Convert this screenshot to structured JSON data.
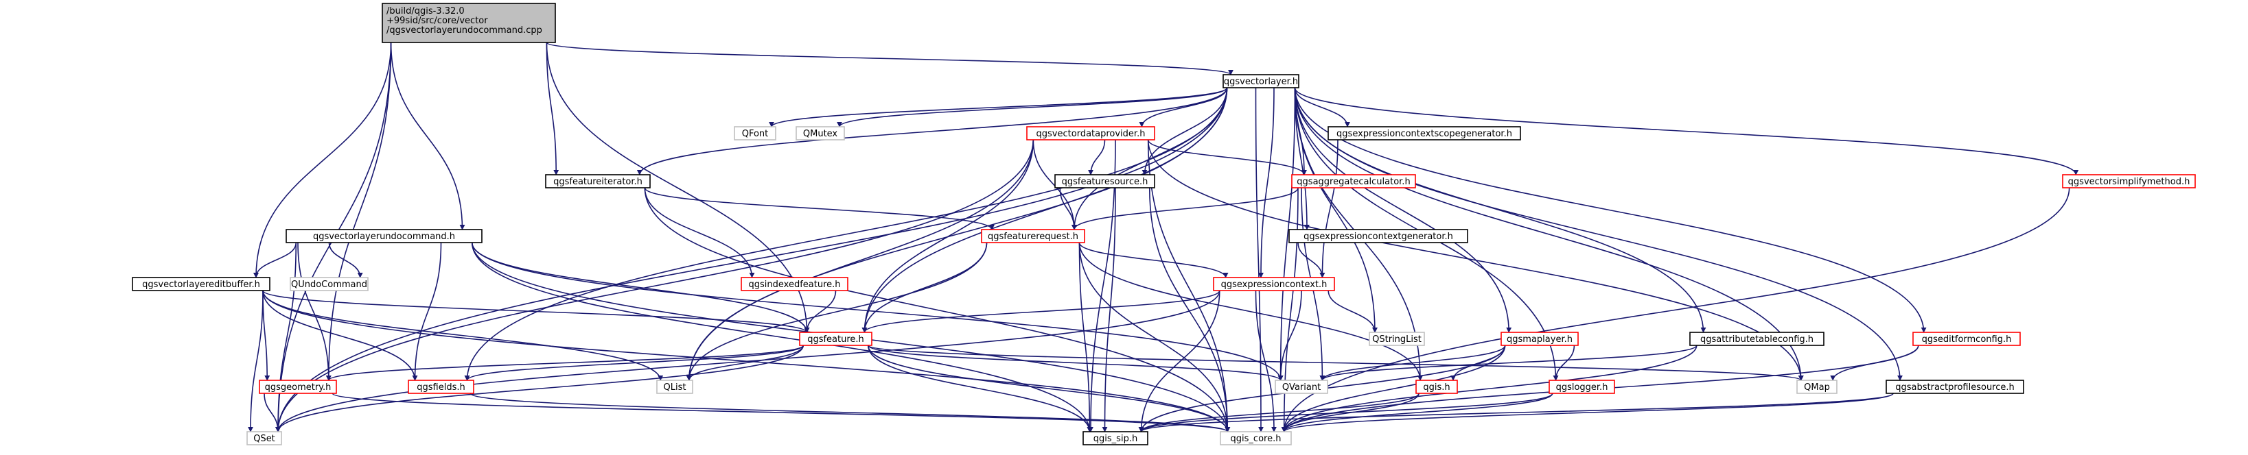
{
  "colors": {
    "edge": "#191970",
    "node_border_normal": "#000000",
    "node_border_linked": "#ff0000",
    "node_border_external": "#bfbfbf",
    "root_fill": "#bfbfbf",
    "node_fill": "#ffffff",
    "text": "#000000"
  },
  "nodes": [
    {
      "id": "root",
      "lines": [
        "/build/qgis-3.32.0",
        "+99sid/src/core/vector",
        "/qgsvectorlayerundocommand.cpp"
      ],
      "kind": "root"
    },
    {
      "id": "qgsvectorlayer",
      "lines": [
        "qgsvectorlayer.h"
      ],
      "kind": "normal"
    },
    {
      "id": "qfont",
      "lines": [
        "QFont"
      ],
      "kind": "external"
    },
    {
      "id": "qmutex",
      "lines": [
        "QMutex"
      ],
      "kind": "external"
    },
    {
      "id": "qgsvectordataprovider",
      "lines": [
        "qgsvectordataprovider.h"
      ],
      "kind": "linked"
    },
    {
      "id": "qgsexprctxscopegen",
      "lines": [
        "qgsexpressioncontextscopegenerator.h"
      ],
      "kind": "normal"
    },
    {
      "id": "qgsvectorsimplifymethod",
      "lines": [
        "qgsvectorsimplifymethod.h"
      ],
      "kind": "linked"
    },
    {
      "id": "qgsfeatureiterator",
      "lines": [
        "qgsfeatureiterator.h"
      ],
      "kind": "normal"
    },
    {
      "id": "qgsfeaturesource",
      "lines": [
        "qgsfeaturesource.h"
      ],
      "kind": "normal"
    },
    {
      "id": "qgsaggregatecalculator",
      "lines": [
        "qgsaggregatecalculator.h"
      ],
      "kind": "linked"
    },
    {
      "id": "qgsvectorlayerundocommand",
      "lines": [
        "qgsvectorlayerundocommand.h"
      ],
      "kind": "normal"
    },
    {
      "id": "qgsfeaturerequest",
      "lines": [
        "qgsfeaturerequest.h"
      ],
      "kind": "linked"
    },
    {
      "id": "qgsexprctxgen",
      "lines": [
        "qgsexpressioncontextgenerator.h"
      ],
      "kind": "normal"
    },
    {
      "id": "qgsvectorlayereditbuffer",
      "lines": [
        "qgsvectorlayereditbuffer.h"
      ],
      "kind": "normal"
    },
    {
      "id": "qundocommand",
      "lines": [
        "QUndoCommand"
      ],
      "kind": "external"
    },
    {
      "id": "qgsindexedfeature",
      "lines": [
        "qgsindexedfeature.h"
      ],
      "kind": "linked"
    },
    {
      "id": "qgsexpressioncontext",
      "lines": [
        "qgsexpressioncontext.h"
      ],
      "kind": "linked"
    },
    {
      "id": "qgsfeature",
      "lines": [
        "qgsfeature.h"
      ],
      "kind": "linked"
    },
    {
      "id": "qstringlist",
      "lines": [
        "QStringList"
      ],
      "kind": "external"
    },
    {
      "id": "qgsmaplayer",
      "lines": [
        "qgsmaplayer.h"
      ],
      "kind": "linked"
    },
    {
      "id": "qgsattributetableconfig",
      "lines": [
        "qgsattributetableconfig.h"
      ],
      "kind": "normal"
    },
    {
      "id": "qgseditformconfig",
      "lines": [
        "qgseditformconfig.h"
      ],
      "kind": "linked"
    },
    {
      "id": "qgsgeometry",
      "lines": [
        "qgsgeometry.h"
      ],
      "kind": "linked"
    },
    {
      "id": "qgsfields",
      "lines": [
        "qgsfields.h"
      ],
      "kind": "linked"
    },
    {
      "id": "qlist",
      "lines": [
        "QList"
      ],
      "kind": "external"
    },
    {
      "id": "qvariant",
      "lines": [
        "QVariant"
      ],
      "kind": "external"
    },
    {
      "id": "qgis",
      "lines": [
        "qgis.h"
      ],
      "kind": "linked"
    },
    {
      "id": "qgslogger",
      "lines": [
        "qgslogger.h"
      ],
      "kind": "linked"
    },
    {
      "id": "qmap",
      "lines": [
        "QMap"
      ],
      "kind": "external"
    },
    {
      "id": "qgsabstractprofilesource",
      "lines": [
        "qgsabstractprofilesource.h"
      ],
      "kind": "normal"
    },
    {
      "id": "qset",
      "lines": [
        "QSet"
      ],
      "kind": "external"
    },
    {
      "id": "qgis_sip",
      "lines": [
        "qgis_sip.h"
      ],
      "kind": "normal"
    },
    {
      "id": "qgis_core",
      "lines": [
        "qgis_core.h"
      ],
      "kind": "external"
    }
  ],
  "edges": [
    [
      "root",
      "qgsvectorlayer"
    ],
    [
      "root",
      "qgsfeatureiterator"
    ],
    [
      "root",
      "qgsvectorlayerundocommand"
    ],
    [
      "root",
      "qgsvectorlayereditbuffer"
    ],
    [
      "root",
      "qgsfeature"
    ],
    [
      "root",
      "qgsgeometry"
    ],
    [
      "root",
      "qset"
    ],
    [
      "qgsvectorlayer",
      "qfont"
    ],
    [
      "qgsvectorlayer",
      "qmutex"
    ],
    [
      "qgsvectorlayer",
      "qgsvectordataprovider"
    ],
    [
      "qgsvectorlayer",
      "qgsexprctxscopegen"
    ],
    [
      "qgsvectorlayer",
      "qgsvectorsimplifymethod"
    ],
    [
      "qgsvectorlayer",
      "qgsfeatureiterator"
    ],
    [
      "qgsvectorlayer",
      "qgsfeaturesource"
    ],
    [
      "qgsvectorlayer",
      "qgsaggregatecalculator"
    ],
    [
      "qgsvectorlayer",
      "qgsfeaturerequest"
    ],
    [
      "qgsvectorlayer",
      "qgsexprctxgen"
    ],
    [
      "qgsvectorlayer",
      "qgsexpressioncontext"
    ],
    [
      "qgsvectorlayer",
      "qgsfeature"
    ],
    [
      "qgsvectorlayer",
      "qstringlist"
    ],
    [
      "qgsvectorlayer",
      "qgsmaplayer"
    ],
    [
      "qgsvectorlayer",
      "qgsattributetableconfig"
    ],
    [
      "qgsvectorlayer",
      "qgseditformconfig"
    ],
    [
      "qgsvectorlayer",
      "qgsfields"
    ],
    [
      "qgsvectorlayer",
      "qlist"
    ],
    [
      "qgsvectorlayer",
      "qvariant"
    ],
    [
      "qgsvectorlayer",
      "qgis"
    ],
    [
      "qgsvectorlayer",
      "qgslogger"
    ],
    [
      "qgsvectorlayer",
      "qmap"
    ],
    [
      "qgsvectorlayer",
      "qgsabstractprofilesource"
    ],
    [
      "qgsvectorlayer",
      "qset"
    ],
    [
      "qgsvectorlayer",
      "qgis_core"
    ],
    [
      "qgsvectordataprovider",
      "qgsfeaturesource"
    ],
    [
      "qgsvectordataprovider",
      "qgsaggregatecalculator"
    ],
    [
      "qgsvectordataprovider",
      "qgsfeaturerequest"
    ],
    [
      "qgsvectordataprovider",
      "qgsfeature"
    ],
    [
      "qgsvectordataprovider",
      "qlist"
    ],
    [
      "qgsvectordataprovider",
      "qset"
    ],
    [
      "qgsvectordataprovider",
      "qmap"
    ],
    [
      "qgsvectordataprovider",
      "qgis_sip"
    ],
    [
      "qgsvectordataprovider",
      "qgis_core"
    ],
    [
      "qgsexprctxscopegen",
      "qgsexpressioncontext"
    ],
    [
      "qgsvectorsimplifymethod",
      "qgis_core"
    ],
    [
      "qgsfeatureiterator",
      "qgsfeaturerequest"
    ],
    [
      "qgsfeatureiterator",
      "qgsindexedfeature"
    ],
    [
      "qgsfeatureiterator",
      "qgis_core"
    ],
    [
      "qgsfeaturesource",
      "qgsfeaturerequest"
    ],
    [
      "qgsfeaturesource",
      "qgis_sip"
    ],
    [
      "qgsfeaturesource",
      "qgis_core"
    ],
    [
      "qgsaggregatecalculator",
      "qgsfeaturerequest"
    ],
    [
      "qgsaggregatecalculator",
      "qvariant"
    ],
    [
      "qgsaggregatecalculator",
      "qgis_core"
    ],
    [
      "qgsvectorlayerundocommand",
      "qgsvectorlayereditbuffer"
    ],
    [
      "qgsvectorlayerundocommand",
      "qundocommand"
    ],
    [
      "qgsvectorlayerundocommand",
      "qgsfeature"
    ],
    [
      "qgsvectorlayerundocommand",
      "qgsfields"
    ],
    [
      "qgsvectorlayerundocommand",
      "qgsgeometry"
    ],
    [
      "qgsvectorlayerundocommand",
      "qvariant"
    ],
    [
      "qgsvectorlayerundocommand",
      "qset"
    ],
    [
      "qgsvectorlayerundocommand",
      "qgis_sip"
    ],
    [
      "qgsvectorlayerundocommand",
      "qgis_core"
    ],
    [
      "qgsfeaturerequest",
      "qgsfeature"
    ],
    [
      "qgsfeaturerequest",
      "qgsexpressioncontext"
    ],
    [
      "qgsfeaturerequest",
      "qgis"
    ],
    [
      "qgsfeaturerequest",
      "qlist"
    ],
    [
      "qgsfeaturerequest",
      "qgis_sip"
    ],
    [
      "qgsfeaturerequest",
      "qgis_core"
    ],
    [
      "qgsexprctxgen",
      "qgsexpressioncontext"
    ],
    [
      "qgsvectorlayereditbuffer",
      "qgsfeature"
    ],
    [
      "qgsvectorlayereditbuffer",
      "qgsgeometry"
    ],
    [
      "qgsvectorlayereditbuffer",
      "qgsfields"
    ],
    [
      "qgsvectorlayereditbuffer",
      "qlist"
    ],
    [
      "qgsvectorlayereditbuffer",
      "qset"
    ],
    [
      "qgsvectorlayereditbuffer",
      "qgis_core"
    ],
    [
      "qgsindexedfeature",
      "qgsfeature"
    ],
    [
      "qgsexpressioncontext",
      "qgsfeature"
    ],
    [
      "qgsexpressioncontext",
      "qstringlist"
    ],
    [
      "qgsexpressioncontext",
      "qvariant"
    ],
    [
      "qgsexpressioncontext",
      "qset"
    ],
    [
      "qgsexpressioncontext",
      "qgis_sip"
    ],
    [
      "qgsexpressioncontext",
      "qgis_core"
    ],
    [
      "qgsfeature",
      "qgsgeometry"
    ],
    [
      "qgsfeature",
      "qgsfields"
    ],
    [
      "qgsfeature",
      "qlist"
    ],
    [
      "qgsfeature",
      "qvariant"
    ],
    [
      "qgsfeature",
      "qmap"
    ],
    [
      "qgsfeature",
      "qset"
    ],
    [
      "qgsfeature",
      "qgis_sip"
    ],
    [
      "qgsfeature",
      "qgis_core"
    ],
    [
      "qgsmaplayer",
      "qgis"
    ],
    [
      "qgsmaplayer",
      "qgslogger"
    ],
    [
      "qgsmaplayer",
      "qvariant"
    ],
    [
      "qgsmaplayer",
      "qgis_sip"
    ],
    [
      "qgsmaplayer",
      "qgis_core"
    ],
    [
      "qgsattributetableconfig",
      "qvariant"
    ],
    [
      "qgsattributetableconfig",
      "qgis_core"
    ],
    [
      "qgseditformconfig",
      "qmap"
    ],
    [
      "qgseditformconfig",
      "qgis_core"
    ],
    [
      "qgsgeometry",
      "qset"
    ],
    [
      "qgsgeometry",
      "qgis_core"
    ],
    [
      "qgsfields",
      "qgis_core"
    ],
    [
      "qgis",
      "qgis_sip"
    ],
    [
      "qgis",
      "qgis_core"
    ],
    [
      "qgslogger",
      "qgis_sip"
    ],
    [
      "qgslogger",
      "qgis_core"
    ],
    [
      "qgsabstractprofilesource",
      "qgis_sip"
    ],
    [
      "qgsabstractprofilesource",
      "qgis_core"
    ]
  ]
}
